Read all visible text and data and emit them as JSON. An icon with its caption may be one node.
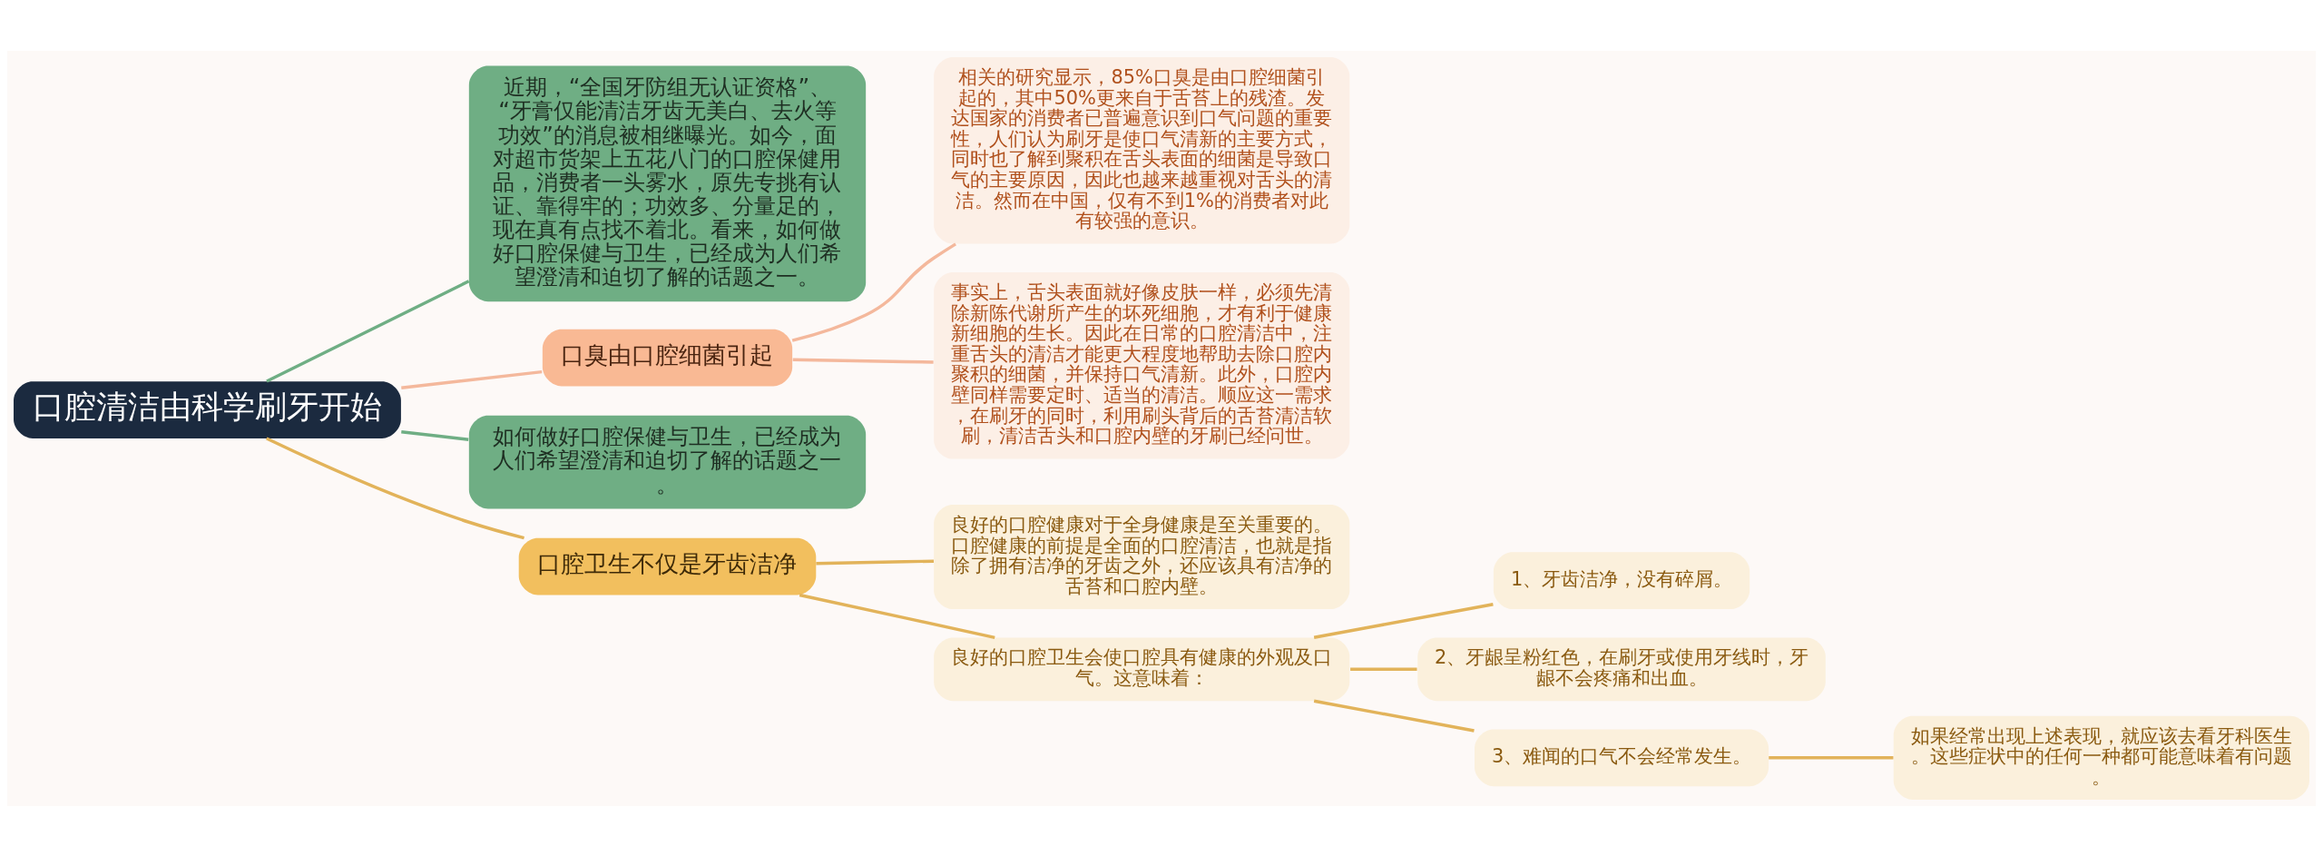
{
  "diagram": {
    "nodes": [
      {
        "text": [
          "口腔清洁由科学刷牙开始"
        ]
      },
      {
        "text": [
          "近期，“全国牙防组无认证资格”、“牙膏仅能清洁牙齿无美白、去火等功效”的消息被相继曝光。如今，面对超市货架上五花八门的口腔保健用品，消费者一头雾水，原先专挑有认证、靠得牢的；功效多、分量足的，现在真有点找不着北。看来，如何做好口腔保健与卫生，已经成为人们希望澄清和迫切了解的话题之一。"
        ]
      },
      {
        "text": [
          "口臭由口腔细菌引起"
        ]
      },
      {
        "text": [
          "相关的研究显示，85%口臭是由口腔细菌引起的，其中50%更来自于舌苔上的残渣。发达国家的消费者已普遍意识到口气问题的重要性，人们认为刷牙是使口气清新的主要方式，同时也了解到聚积在舌头表面的细菌是导致口气的主要原因，因此也越来越重视对舌头的清洁。然而在中国，仅有不到1%的消费者对此有较强的意识。"
        ]
      },
      {
        "text": [
          "事实上，舌头表面就好像皮肤一样，必须先清除新陈代谢所产生的坏死细胞，才有利于健康新细胞的生长。因此在日常的口腔清洁中，注重舌头的清洁才能更大程度地帮助去除口腔内聚积的细菌，并保持口气清新。此外，口腔内壁同样需要定时、适当的清洁。顺应这一需求，在刷牙的同时，利用刷头背后的舌苔清洁软刷，清洁舌头和口腔内壁的牙刷已经问世。"
        ]
      },
      {
        "text": [
          "如何做好口腔保健与卫生，已经成为人们希望澄清和迫切了解的话题之一。"
        ]
      },
      {
        "text": [
          "口腔卫生不仅是牙齿洁净"
        ]
      },
      {
        "text": [
          "良好的口腔健康对于全身健康是至关重要的。口腔健康的前提是全面的口腔清洁，也就是指除了拥有洁净的牙齿之外，还应该具有洁净的舌苔和口腔内壁。"
        ]
      },
      {
        "text": [
          "良好的口腔卫生会使口腔具有健康的外观及口气。这意味着："
        ]
      },
      {
        "text": [
          "1、牙齿洁净，没有碎屑。"
        ]
      },
      {
        "text": [
          "2、牙龈呈粉红色，在刷牙或使用牙线时，牙龈不会疼痛和出血。"
        ]
      },
      {
        "text": [
          "3、难闻的口气不会经常发生。"
        ]
      },
      {
        "text": [
          "如果经常出现上述表现，就应该去看牙科医生。这些症状中的任何一种都可能意味着有问题。"
        ]
      }
    ],
    "edges": [
      {
        "from": 0,
        "to": 1,
        "arrow": "none",
        "color": "#6fae84"
      },
      {
        "from": 0,
        "to": 2,
        "arrow": "none",
        "color": "#f4b89c"
      },
      {
        "from": 2,
        "to": 3,
        "arrow": "none",
        "color": "#f4b89c"
      },
      {
        "from": 2,
        "to": 4,
        "arrow": "none",
        "color": "#f4b89c"
      },
      {
        "from": 0,
        "to": 5,
        "arrow": "none",
        "color": "#6fae84"
      },
      {
        "from": 0,
        "to": 6,
        "arrow": "none"
      },
      {
        "from": 6,
        "to": 7,
        "arrow": "none"
      },
      {
        "from": 6,
        "to": 8,
        "arrow": "none"
      },
      {
        "from": 8,
        "to": 9,
        "arrow": "none"
      },
      {
        "from": 8,
        "to": 10,
        "arrow": "none"
      },
      {
        "from": 8,
        "to": 11,
        "arrow": "none"
      },
      {
        "from": 11,
        "to": 12,
        "arrow": "none"
      }
    ]
  }
}
